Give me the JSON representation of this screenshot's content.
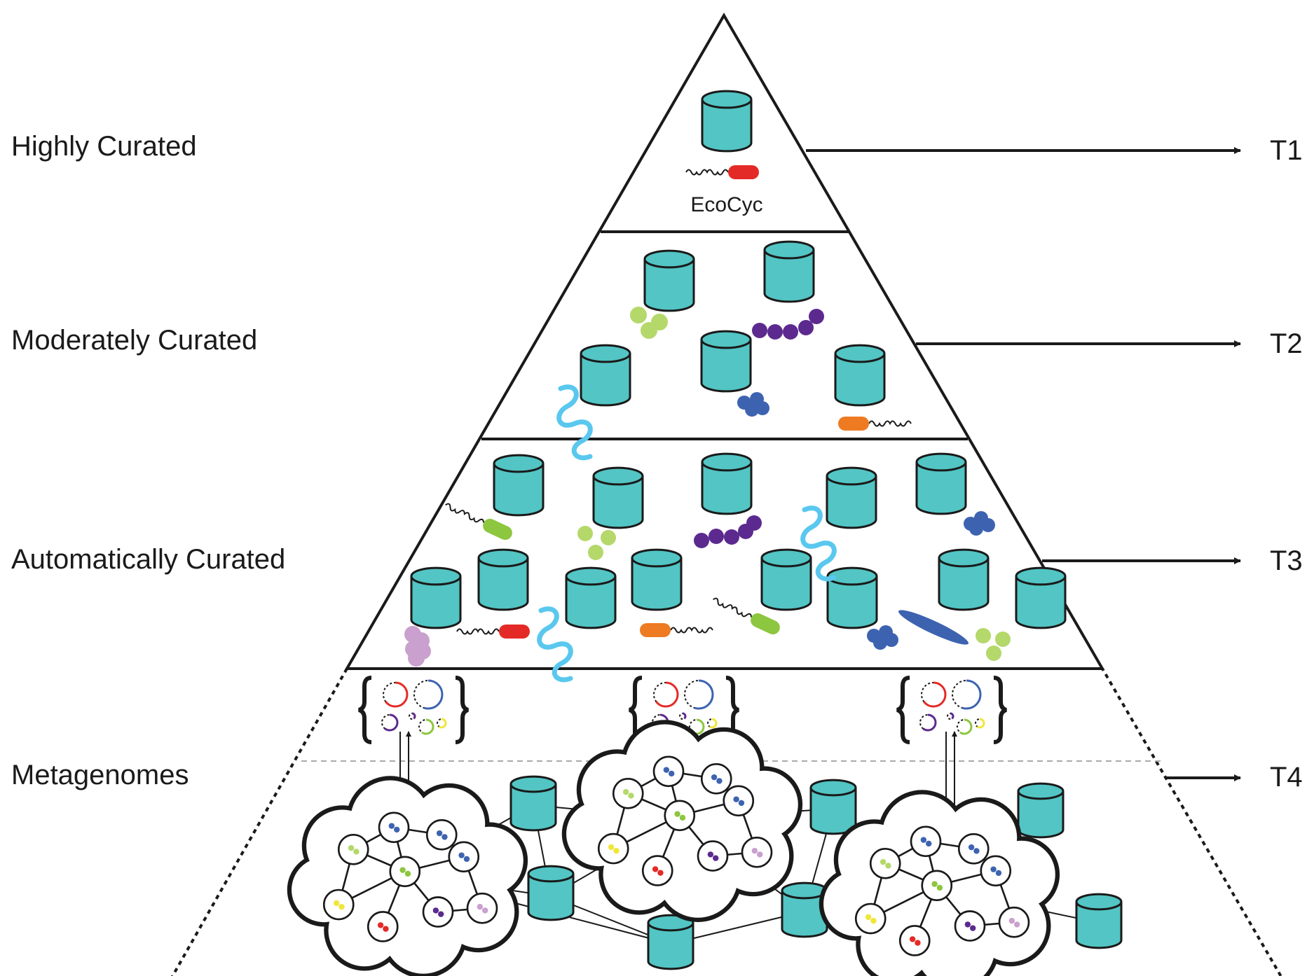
{
  "colors": {
    "database": "#52c5c4",
    "red": "#e42a26",
    "green": "#8dc63f",
    "light_green": "#b4d86a",
    "purple": "#5c2a8f",
    "blue": "#3d63b0",
    "cyan": "#5ac8ee",
    "orange": "#ee7a22",
    "pink": "#c9a0ce",
    "yellow": "#f0e63a"
  },
  "tiers": [
    {
      "label": "Highly Curated",
      "code": "T1",
      "caption": "EcoCyc"
    },
    {
      "label": "Moderately Curated",
      "code": "T2"
    },
    {
      "label": "Automatically Curated",
      "code": "T3"
    },
    {
      "label": "Metagenomes",
      "code": "T4"
    }
  ]
}
